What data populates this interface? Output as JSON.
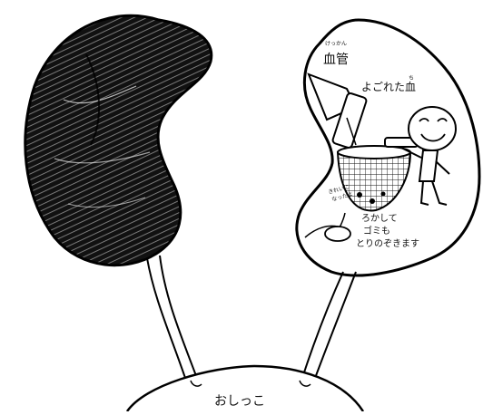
{
  "labels": {
    "blood_vessel_ruby": "けっかん",
    "blood_vessel": "血管",
    "dirty_blood": "よごれた血",
    "dirty_blood_ruby": "ち",
    "clean_blood": "きれいに\nなったよ",
    "filter_note_1": "ろかして",
    "filter_note_2": "ゴミも",
    "filter_note_3": "とりのぞきます",
    "urine": "おしっこ"
  }
}
